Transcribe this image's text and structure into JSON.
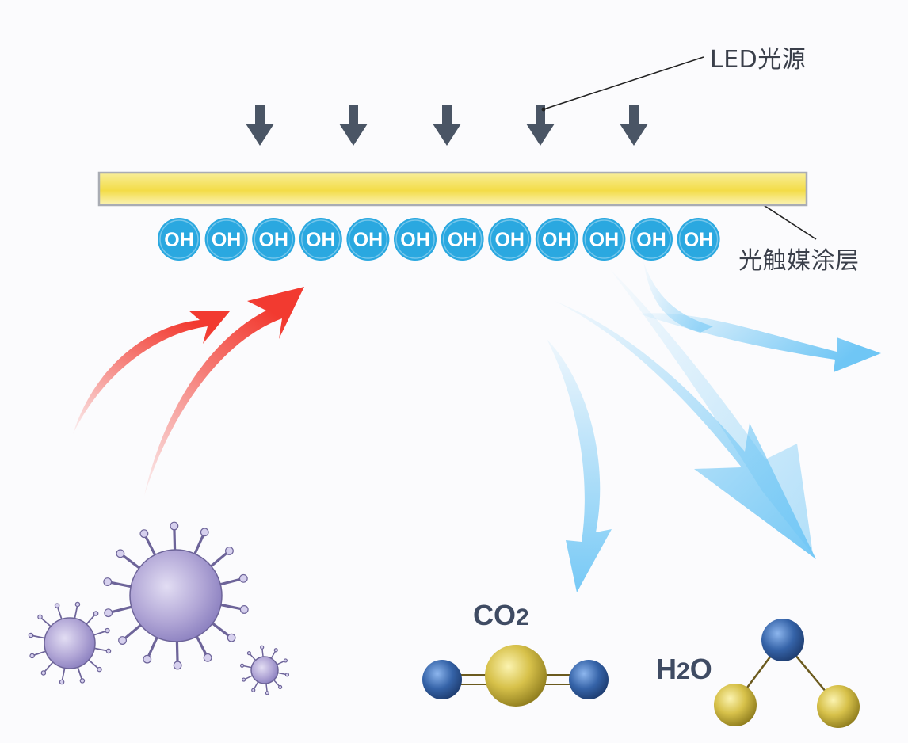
{
  "labels": {
    "led_source": "LED光源",
    "photocatalyst_coating": "光触媒涂层"
  },
  "radicals": {
    "text": "OH",
    "count": 12
  },
  "light_arrows": {
    "count": 5
  },
  "molecules": {
    "co2": {
      "main": "CO",
      "sub": "2"
    },
    "h2o": {
      "main": "H",
      "sub": "2",
      "tail": "O"
    }
  },
  "colors": {
    "coating_yellow": "#f4de52",
    "radical_blue": "#2aa8e0",
    "arrow_dark": "#4a5565",
    "incoming_red": "#f23a30",
    "outgoing_blue": "#6fc6f5",
    "virus_purple": "#b1a6d6",
    "atom_blue": "#3563a8",
    "atom_gold": "#c9b43c"
  }
}
